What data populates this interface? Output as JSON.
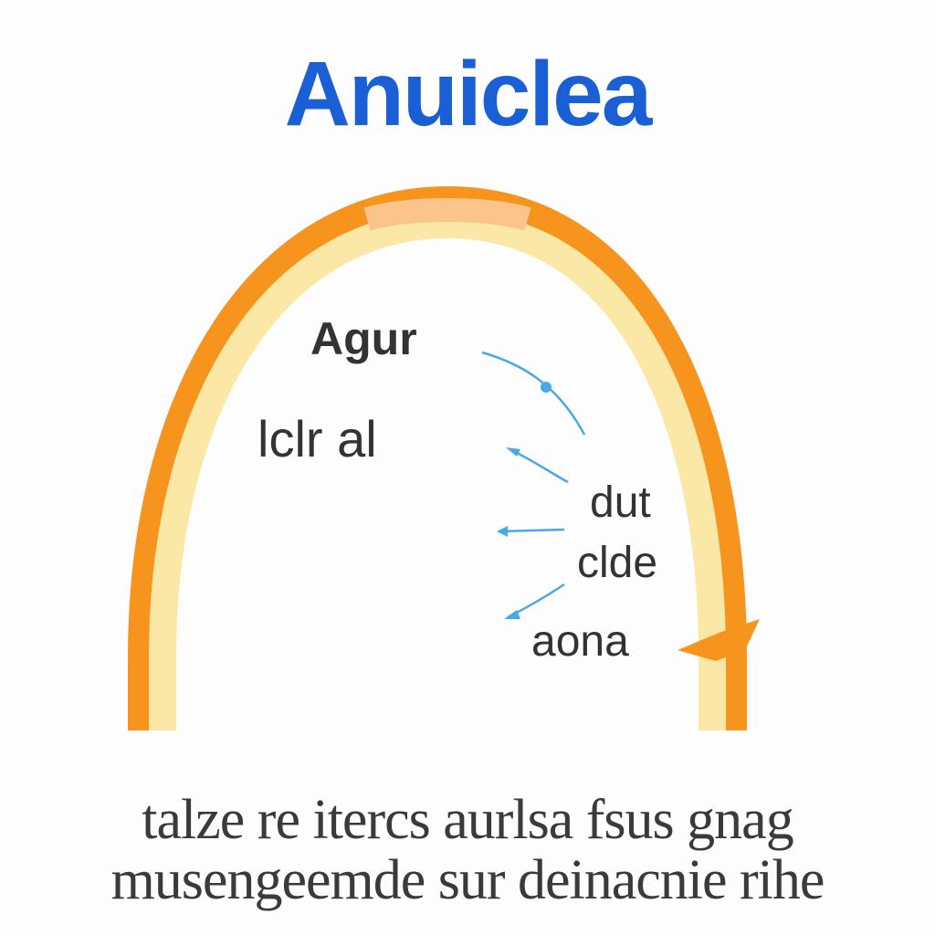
{
  "title": "Anuiclea",
  "labels": {
    "top": "Agur",
    "left": "lclr al",
    "right1": "dut",
    "right2": "clde",
    "right3": "aona"
  },
  "caption": {
    "line1": "talze re itercs aurlsa fsus gnag",
    "line2": "musengeemde sur deinacnie rihe"
  },
  "colors": {
    "title": "#1a5fd6",
    "arch_outer": "#f7941d",
    "arch_inner": "#fbe8a6",
    "arch_band": "#f9c58b",
    "pointer": "#4aa8e8",
    "text": "#333333"
  }
}
